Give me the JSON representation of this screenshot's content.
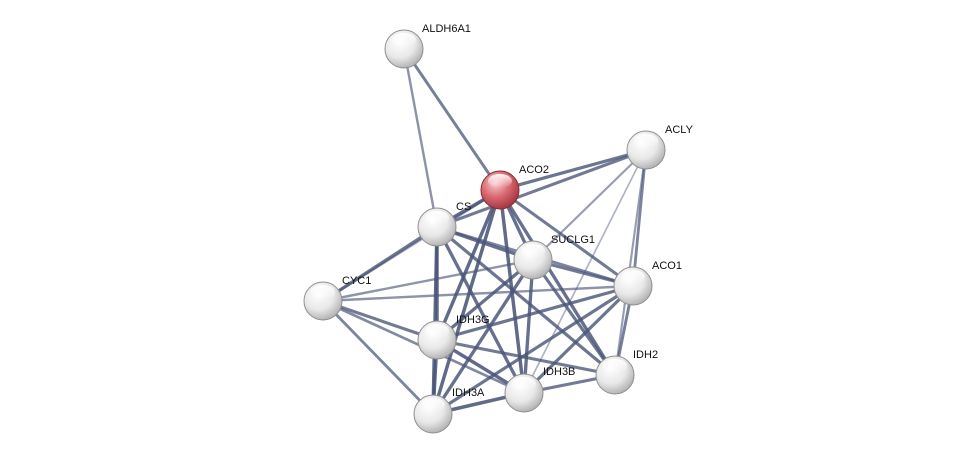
{
  "network": {
    "query_protein": "ACO2",
    "colors": {
      "query_node": "#d8676f",
      "node": "#e6e6e6",
      "edge": "#4a5578",
      "label": "#111111"
    },
    "nodes": [
      {
        "id": "ALDH6A1",
        "label": "ALDH6A1",
        "query": false
      },
      {
        "id": "ACLY",
        "label": "ACLY",
        "query": false
      },
      {
        "id": "ACO2",
        "label": "ACO2",
        "query": true
      },
      {
        "id": "CS",
        "label": "CS",
        "query": false
      },
      {
        "id": "SUCLG1",
        "label": "SUCLG1",
        "query": false
      },
      {
        "id": "ACO1",
        "label": "ACO1",
        "query": false
      },
      {
        "id": "CYC1",
        "label": "CYC1",
        "query": false
      },
      {
        "id": "IDH3G",
        "label": "IDH3G",
        "query": false
      },
      {
        "id": "IDH2",
        "label": "IDH2",
        "query": false
      },
      {
        "id": "IDH3B",
        "label": "IDH3B",
        "query": false
      },
      {
        "id": "IDH3A",
        "label": "IDH3A",
        "query": false
      }
    ],
    "edges": [
      {
        "source": "ALDH6A1",
        "target": "ACO2",
        "weight": 0.75
      },
      {
        "source": "ALDH6A1",
        "target": "CS",
        "weight": 0.55
      },
      {
        "source": "ACLY",
        "target": "ACO2",
        "weight": 0.85
      },
      {
        "source": "ACLY",
        "target": "CS",
        "weight": 0.8
      },
      {
        "source": "ACLY",
        "target": "SUCLG1",
        "weight": 0.45
      },
      {
        "source": "ACLY",
        "target": "ACO1",
        "weight": 0.7
      },
      {
        "source": "ACLY",
        "target": "IDH3B",
        "weight": 0.25
      },
      {
        "source": "ACLY",
        "target": "IDH2",
        "weight": 0.45
      },
      {
        "source": "ACO2",
        "target": "CS",
        "weight": 0.95
      },
      {
        "source": "ACO2",
        "target": "SUCLG1",
        "weight": 0.9
      },
      {
        "source": "ACO2",
        "target": "ACO1",
        "weight": 0.8
      },
      {
        "source": "ACO2",
        "target": "IDH3G",
        "weight": 0.95
      },
      {
        "source": "ACO2",
        "target": "IDH3A",
        "weight": 0.95
      },
      {
        "source": "ACO2",
        "target": "IDH3B",
        "weight": 0.95
      },
      {
        "source": "ACO2",
        "target": "IDH2",
        "weight": 0.9
      },
      {
        "source": "ACO2",
        "target": "CYC1",
        "weight": 0.5
      },
      {
        "source": "CS",
        "target": "CYC1",
        "weight": 0.85
      },
      {
        "source": "CS",
        "target": "SUCLG1",
        "weight": 0.9
      },
      {
        "source": "CS",
        "target": "ACO1",
        "weight": 0.7
      },
      {
        "source": "CS",
        "target": "IDH3G",
        "weight": 0.95
      },
      {
        "source": "CS",
        "target": "IDH3A",
        "weight": 0.95
      },
      {
        "source": "CS",
        "target": "IDH3B",
        "weight": 0.9
      },
      {
        "source": "CS",
        "target": "IDH2",
        "weight": 0.85
      },
      {
        "source": "SUCLG1",
        "target": "ACO1",
        "weight": 0.8
      },
      {
        "source": "SUCLG1",
        "target": "IDH3G",
        "weight": 0.9
      },
      {
        "source": "SUCLG1",
        "target": "IDH3A",
        "weight": 0.9
      },
      {
        "source": "SUCLG1",
        "target": "IDH3B",
        "weight": 0.9
      },
      {
        "source": "SUCLG1",
        "target": "IDH2",
        "weight": 0.85
      },
      {
        "source": "SUCLG1",
        "target": "CYC1",
        "weight": 0.55
      },
      {
        "source": "ACO1",
        "target": "CYC1",
        "weight": 0.55
      },
      {
        "source": "ACO1",
        "target": "IDH3G",
        "weight": 0.85
      },
      {
        "source": "ACO1",
        "target": "IDH3A",
        "weight": 0.85
      },
      {
        "source": "ACO1",
        "target": "IDH3B",
        "weight": 0.85
      },
      {
        "source": "ACO1",
        "target": "IDH2",
        "weight": 0.75
      },
      {
        "source": "CYC1",
        "target": "IDH3G",
        "weight": 0.8
      },
      {
        "source": "CYC1",
        "target": "IDH3A",
        "weight": 0.7
      },
      {
        "source": "CYC1",
        "target": "IDH3B",
        "weight": 0.65
      },
      {
        "source": "IDH3G",
        "target": "IDH3A",
        "weight": 0.95
      },
      {
        "source": "IDH3G",
        "target": "IDH3B",
        "weight": 0.95
      },
      {
        "source": "IDH3G",
        "target": "IDH2",
        "weight": 0.8
      },
      {
        "source": "IDH3A",
        "target": "IDH3B",
        "weight": 0.95
      },
      {
        "source": "IDH3B",
        "target": "IDH2",
        "weight": 0.8
      }
    ]
  }
}
